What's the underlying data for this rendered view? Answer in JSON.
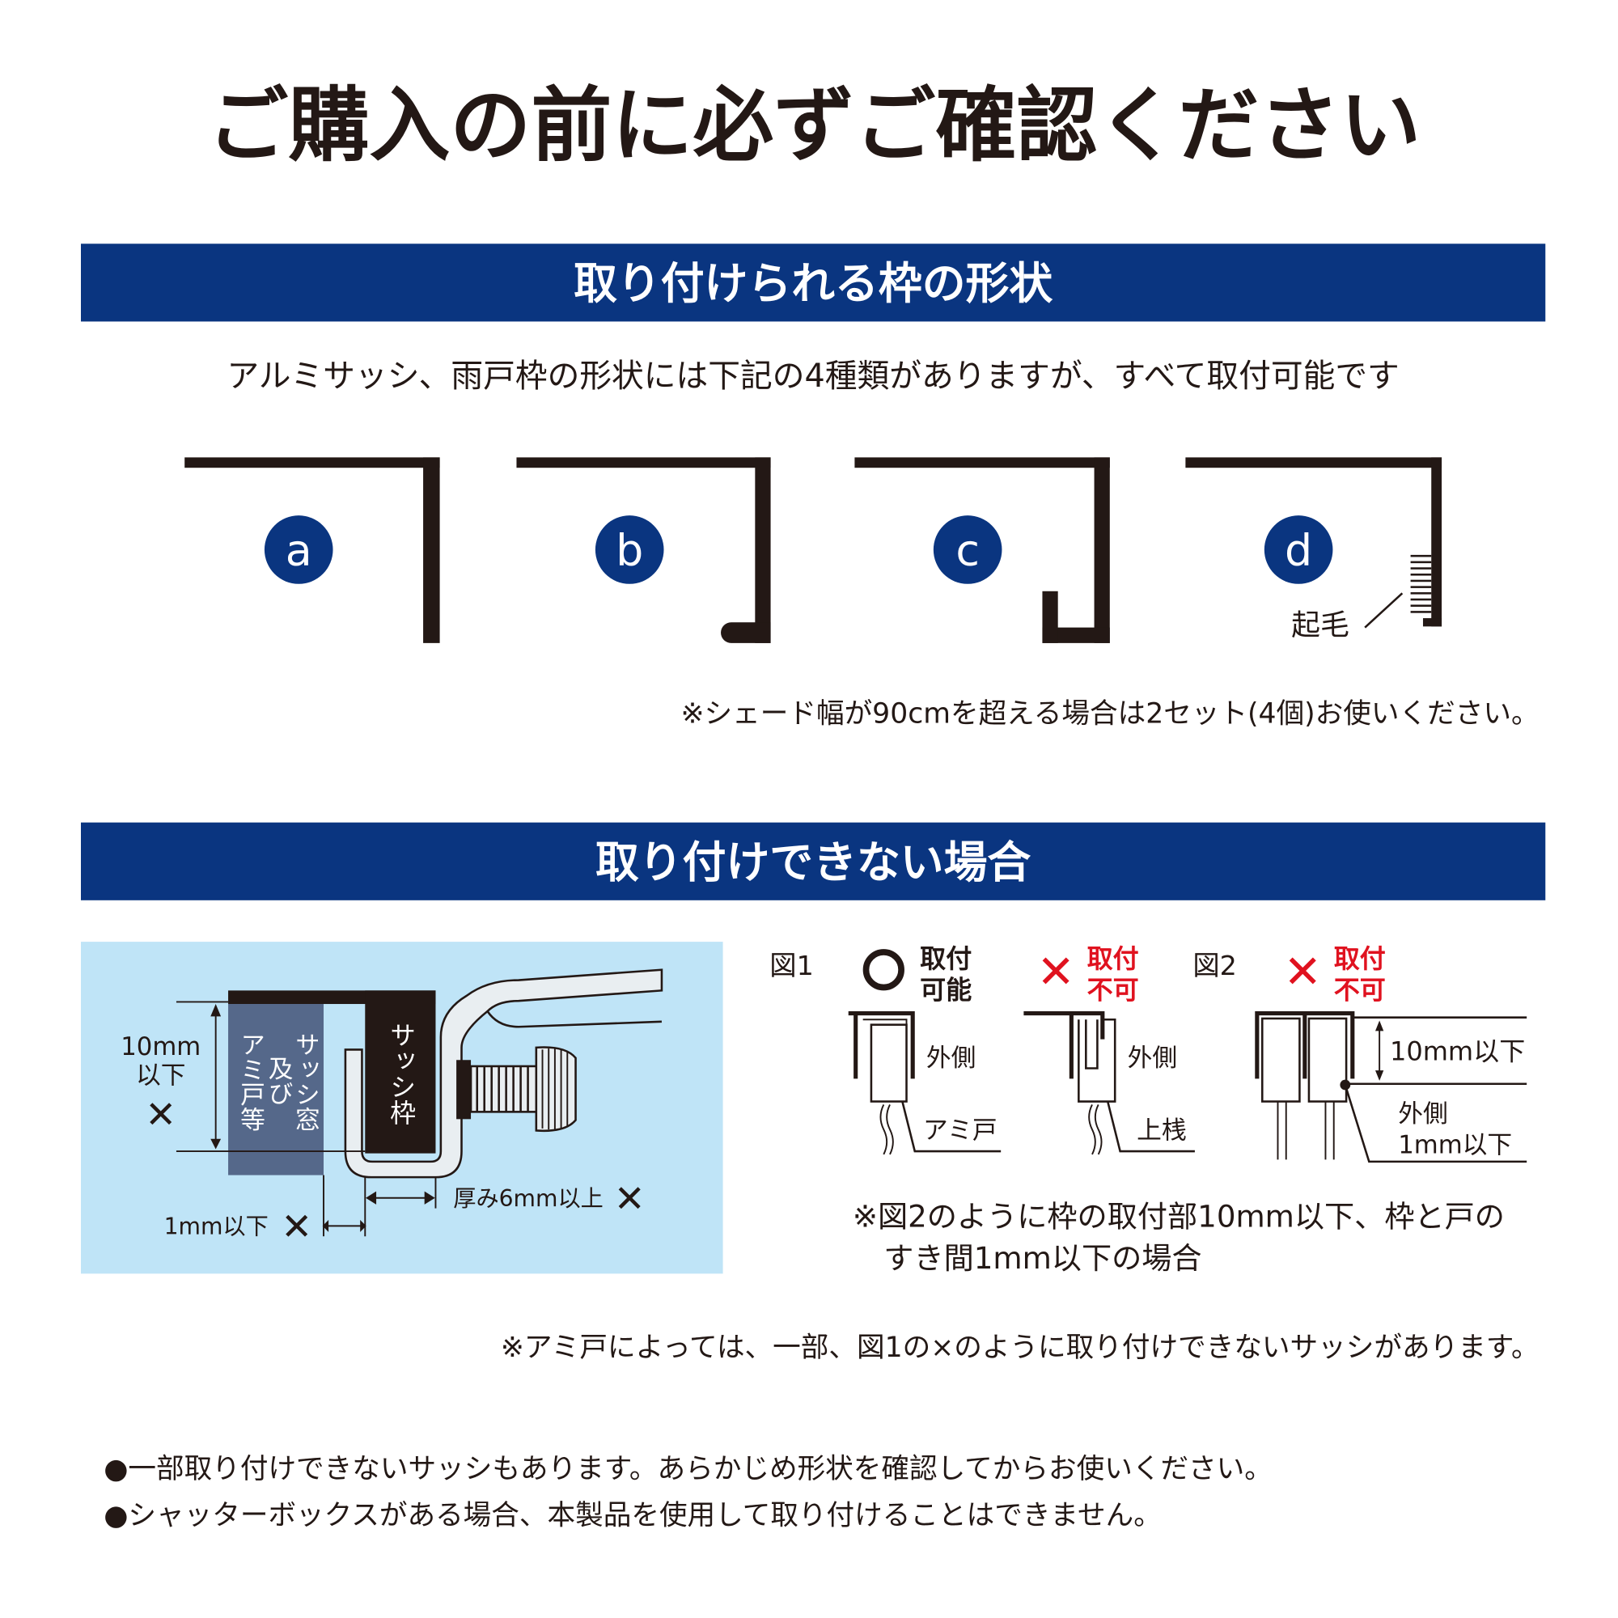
{
  "title": "ご購入の前に必ずご確認ください",
  "colors": {
    "navy": "#0a3580",
    "panel": "#bfe4f7",
    "block": "#55688a",
    "red": "#e0121f",
    "ink": "#231815"
  },
  "section1": {
    "heading": "取り付けられる枠の形状",
    "lead": "アルミサッシ、雨戸枠の形状には下記の4種類がありますが、すべて取付可能です",
    "shapes": [
      {
        "label": "a"
      },
      {
        "label": "b"
      },
      {
        "label": "c"
      },
      {
        "label": "d"
      }
    ],
    "nap_label": "起毛",
    "note": "※シェード幅が90cmを超える場合は2セット(4個)お使いください。"
  },
  "section2": {
    "heading": "取り付けできない場合",
    "diagram": {
      "height_label_1": "10mm",
      "height_label_2": "以下",
      "cross": "✕",
      "sash_window_label": "サッシ窓",
      "and_label": "及び",
      "screen_door_label": "アミ戸等",
      "sash_frame_label": "サッシ枠",
      "gap_label": "1mm以下",
      "thickness_label": "厚み6mm以上"
    },
    "fig1": {
      "label": "図1",
      "ok_mark": "○",
      "ok_line1": "取付",
      "ok_line2": "可能",
      "ng_line1": "取付",
      "ng_line2": "不可",
      "outside": "外側",
      "screen_door": "アミ戸",
      "top_rail": "上桟"
    },
    "fig2": {
      "label": "図2",
      "ng_line1": "取付",
      "ng_line2": "不可",
      "dim_label": "10mm以下",
      "outside": "外側",
      "gap_label": "1mm以下"
    },
    "fig_note_line1": "※図2のように枠の取付部10mm以下、枠と戸の",
    "fig_note_line2": "すき間1mm以下の場合",
    "note": "※アミ戸によっては、一部、図1の×のように取り付けできないサッシがあります。"
  },
  "bullets": [
    "●一部取り付けできないサッシもあります。あらかじめ形状を確認してからお使いください。",
    "●シャッターボックスがある場合、本製品を使用して取り付けることはできません。"
  ]
}
